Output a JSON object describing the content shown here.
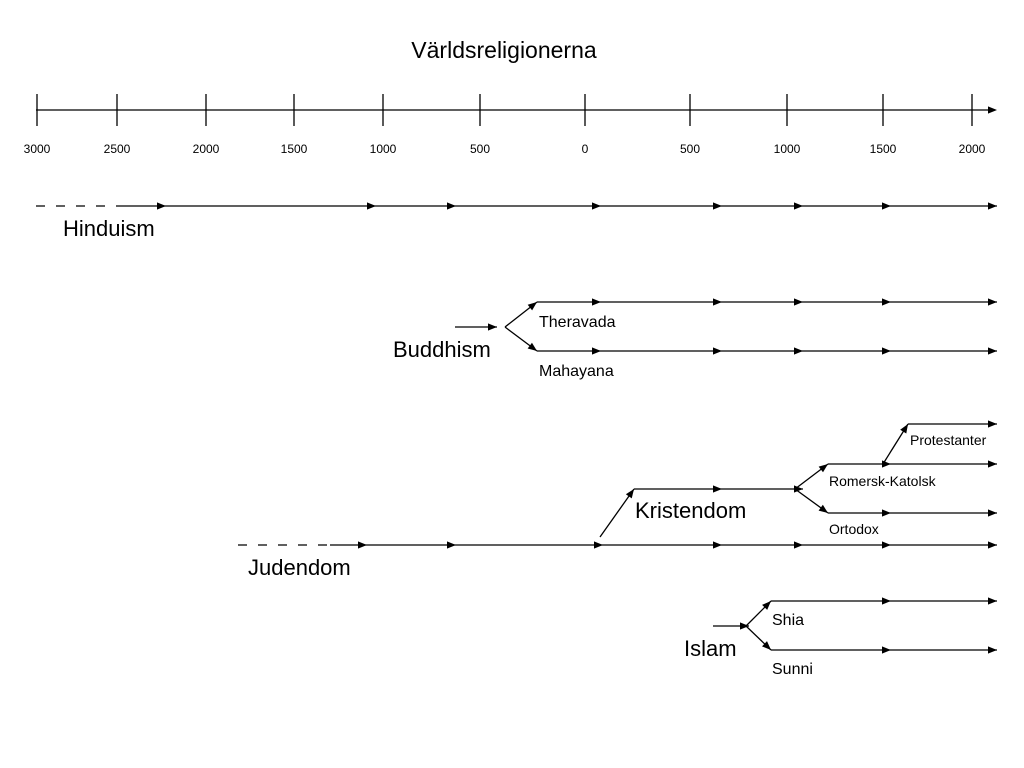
{
  "title": "Världsreligionerna",
  "axis": {
    "ticks": [
      "3000",
      "2500",
      "2000",
      "1500",
      "1000",
      "500",
      "0",
      "500",
      "1000",
      "1500",
      "2000"
    ]
  },
  "labels": {
    "hinduism": "Hinduism",
    "buddhism": "Buddhism",
    "theravada": "Theravada",
    "mahayana": "Mahayana",
    "judendom": "Judendom",
    "kristendom": "Kristendom",
    "romersk_katolsk": "Romersk-Katolsk",
    "protestanter": "Protestanter",
    "ortodox": "Ortodox",
    "islam": "Islam",
    "shia": "Shia",
    "sunni": "Sunni"
  }
}
